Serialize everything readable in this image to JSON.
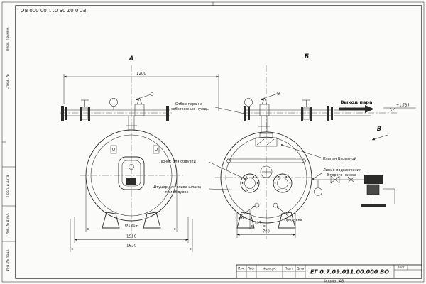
{
  "doc": {
    "code_top": "ЕГ 0.07.09.011.00.000 ВО",
    "title_code": "ЕГ 0.7.09.011.00.000 ВО",
    "format": "Формат А3",
    "title_cells": {
      "izm": "Изм.",
      "list": "Лист",
      "ndoc": "№ докум.",
      "podp": "Подп.",
      "data": "Дата",
      "list_right": "Лист"
    },
    "margin_labels": {
      "m1": "Перв. примен.",
      "m2": "Справ. №",
      "m3": "Подп. и дата",
      "m4": "Инв. № дубл.",
      "m5": "Инв. № подл."
    }
  },
  "views": {
    "a": "А",
    "b": "Б",
    "v": "В"
  },
  "annotations": {
    "otbor_line1": "Отбор пара на",
    "otbor_line2": "собственные нужды",
    "vyhod_para": "Выход пара",
    "elevation": "+1,735",
    "klapan": "Клапан Взрывной",
    "liniya_line1": "Линия подключения",
    "liniya_line2": "Второго насоса",
    "lyuchok": "Лючок для обдувки",
    "shtutser_line1": "Штуцер для слива шлама",
    "shtutser_line2": "при обдувке",
    "sliv": "Слив",
    "produvka": "Продувка"
  },
  "dimensions": {
    "top_length": "1200",
    "diameter": "Ø1215",
    "width_outer": "1516",
    "width_total": "1620",
    "offset_small": "105",
    "width_base": "780"
  }
}
